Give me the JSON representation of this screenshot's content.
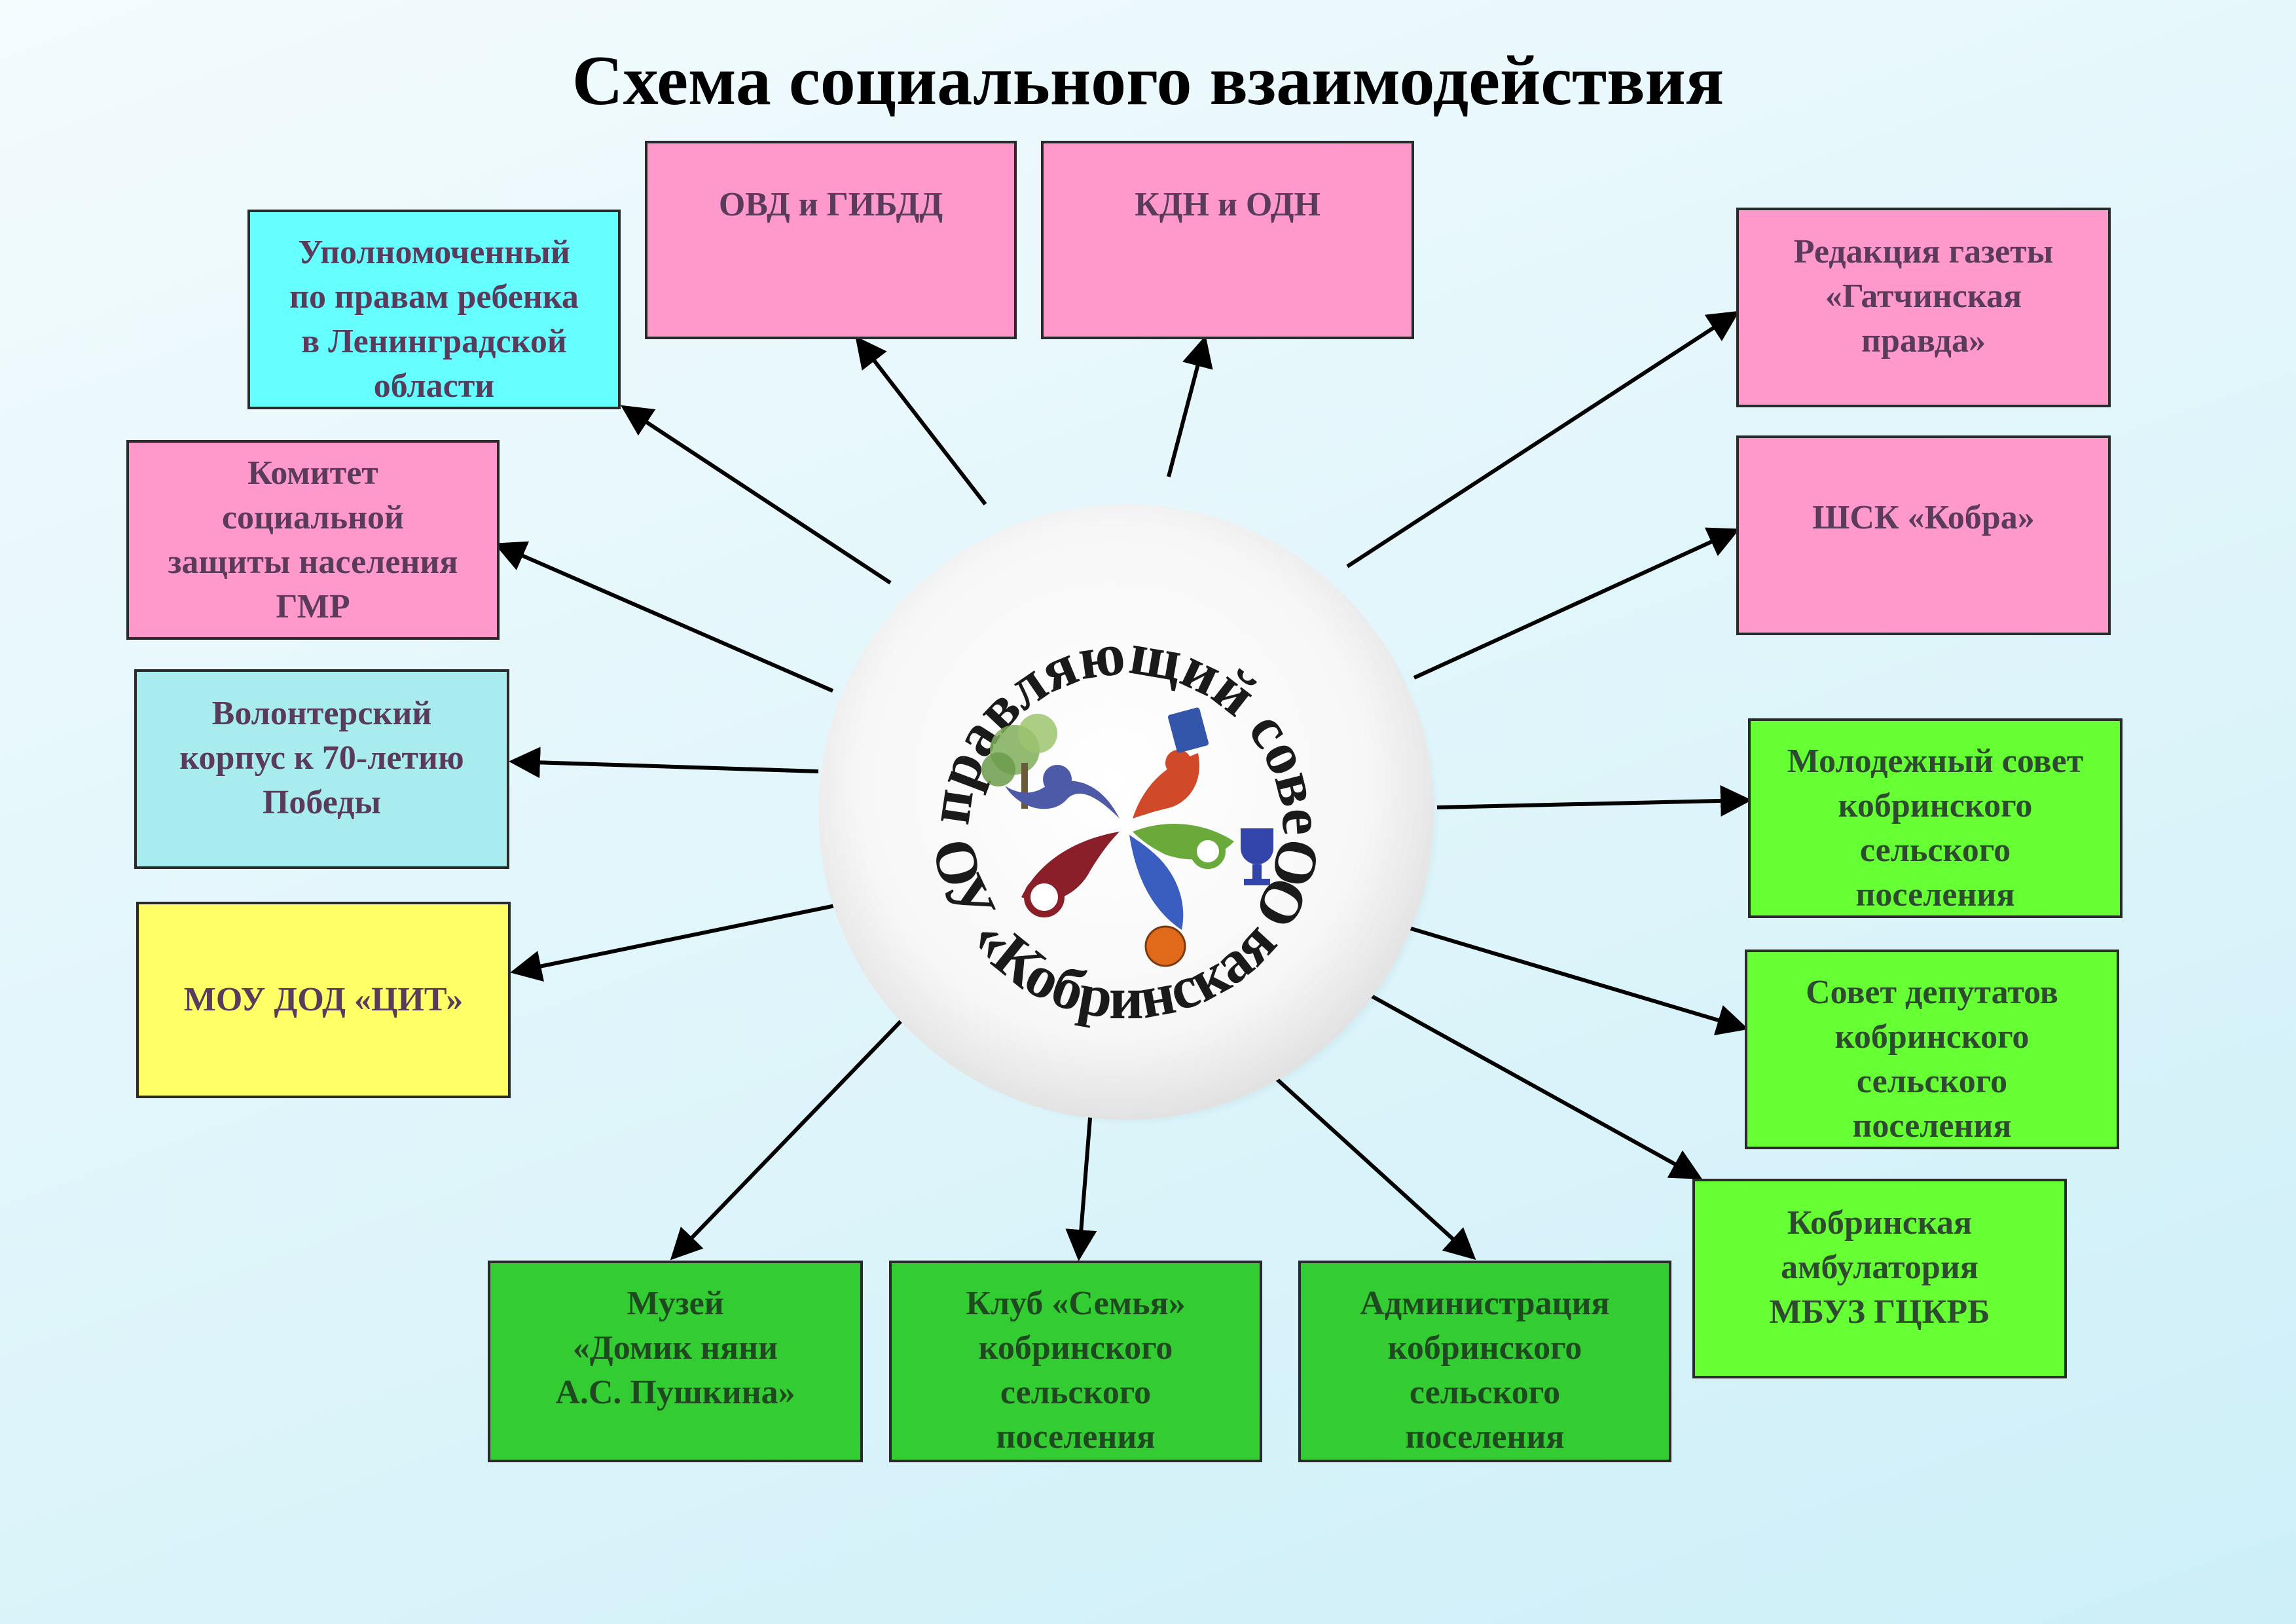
{
  "title": "Схема социального взаимодействия",
  "center": {
    "top_text": "Управляющий совет",
    "bottom_text": "МБОУ «Кобринская ООШ»"
  },
  "partners": [
    {
      "id": "ovd",
      "text": "ОВД и ГИБДД"
    },
    {
      "id": "kdn",
      "text": "КДН и ОДН"
    },
    {
      "id": "ombudsman",
      "text": "Уполномоченный\nпо правам ребенка\nв Ленинградской\nобласти"
    },
    {
      "id": "social",
      "text": "Комитет\nсоциальной\nзащиты населения\nГМР"
    },
    {
      "id": "volunteer",
      "text": "Волонтерский\nкорпус к 70-летию\nПобеды"
    },
    {
      "id": "cit",
      "text": "МОУ ДОД «ЦИТ»"
    },
    {
      "id": "museum",
      "text": "Музей\n«Домик няни\nА.С. Пушкина»"
    },
    {
      "id": "club",
      "text": "Клуб «Семья»\nкобринского\nсельского\nпоселения"
    },
    {
      "id": "admin",
      "text": "Администрация\nкобринского\nсельского\nпоселения"
    },
    {
      "id": "clinic",
      "text": "Кобринская\nамбулатория\nМБУЗ ГЦКРБ"
    },
    {
      "id": "deputies",
      "text": "Совет депутатов\nкобринского\nсельского\nпоселения"
    },
    {
      "id": "youth",
      "text": "Молодежный совет\nкобринского\nсельского\nпоселения"
    },
    {
      "id": "shsk",
      "text": "ШСК «Кобра»"
    },
    {
      "id": "newspaper",
      "text": "Редакция газеты\n«Гатчинская\nправда»"
    }
  ]
}
